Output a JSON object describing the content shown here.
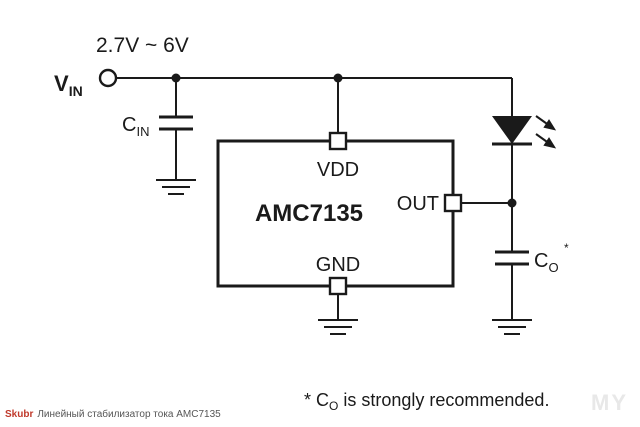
{
  "circuit": {
    "supply_range": "2.7V ~ 6V",
    "vin_main": "V",
    "vin_sub": "IN",
    "cin_main": "C",
    "cin_sub": "IN",
    "chip_name": "AMC7135",
    "pin_vdd": "VDD",
    "pin_out": "OUT",
    "pin_gnd": "GND",
    "co_main": "C",
    "co_sub": "O",
    "co_mark": "*",
    "note_prefix": "* C",
    "note_sub": "O",
    "note_rest": " is strongly recommended."
  },
  "footer": {
    "brand": "Skubr",
    "caption": "Линейный стабилизатор тока AMC7135"
  },
  "watermark": "MY",
  "colors": {
    "wire": "#1a1a1a",
    "brand": "#c0392b"
  }
}
